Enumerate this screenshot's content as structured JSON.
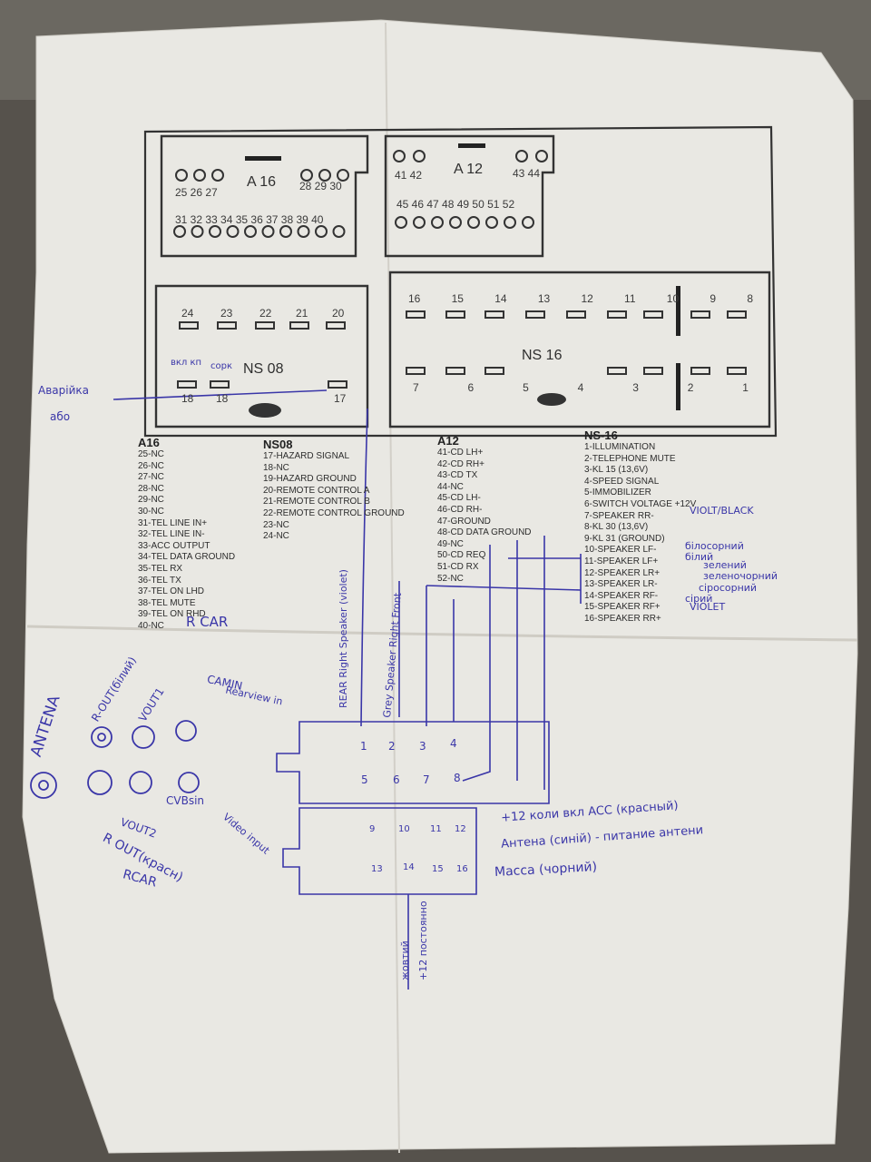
{
  "colors": {
    "paper": "#e9e8e3",
    "ink": "#2d2d2d",
    "pen": "#3a36a8",
    "background": "#56524c"
  },
  "connectors": {
    "a16": {
      "title": "A 16",
      "pins_top_left": "25 26 27",
      "pins_top_right": "28 29 30",
      "pins_row2": "31 32 33 34 35 36 37 38 39 40"
    },
    "a12": {
      "title": "A 12",
      "pins_top_left": "41 42",
      "pins_top_right": "43 44",
      "pins_row2": "45 46 47 48 49 50 51 52"
    },
    "ns08": {
      "title": "NS 08",
      "pins_top": [
        "24",
        "23",
        "22",
        "21",
        "20"
      ],
      "pins_bottom": [
        "18",
        "18",
        "17"
      ],
      "hand_labels": [
        "вкл кп",
        "сорк"
      ]
    },
    "ns16": {
      "title": "NS 16",
      "pins_top": [
        "16",
        "15",
        "14",
        "13",
        "12",
        "11",
        "10",
        "9",
        "8"
      ],
      "pins_bottom": [
        "7",
        "6",
        "5",
        "4",
        "3",
        "2",
        "1"
      ]
    }
  },
  "lists": {
    "a16": {
      "header": "A16",
      "items": [
        "25-NC",
        "26-NC",
        "27-NC",
        "28-NC",
        "29-NC",
        "30-NC",
        "31-TEL LINE IN+",
        "32-TEL LINE IN-",
        "33-ACC OUTPUT",
        "34-TEL DATA GROUND",
        "35-TEL RX",
        "36-TEL TX",
        "37-TEL ON LHD",
        "38-TEL MUTE",
        "39-TEL ON RHD",
        "40-NC"
      ]
    },
    "ns08": {
      "header": "NS08",
      "items": [
        "17-HAZARD SIGNAL",
        "18-NC",
        "19-HAZARD GROUND",
        "20-REMOTE CONTROL A",
        "21-REMOTE CONTROL B",
        "22-REMOTE CONTROL GROUND",
        "23-NC",
        "24-NC"
      ]
    },
    "a12": {
      "header": "A12",
      "items": [
        "41-CD LH+",
        "42-CD RH+",
        "43-CD TX",
        "44-NC",
        "45-CD LH-",
        "46-CD RH-",
        "47-GROUND",
        "48-CD DATA GROUND",
        "49-NC",
        "50-CD REQ",
        "51-CD RX",
        "52-NC"
      ]
    },
    "ns16": {
      "header": "NS-16",
      "items": [
        "1-ILLUMINATION",
        "2-TELEPHONE MUTE",
        "3-KL 15 (13,6V)",
        "4-SPEED SIGNAL",
        "5-IMMOBILIZER",
        "6-SWITCH VOLTAGE +12V",
        "7-SPEAKER RR-",
        "8-KL 30 (13,6V)",
        "9-KL 31 (GROUND)",
        "10-SPEAKER LF-",
        "11-SPEAKER LF+",
        "12-SPEAKER LR+",
        "13-SPEAKER LR-",
        "14-SPEAKER RF-",
        "15-SPEAKER RF+",
        "16-SPEAKER RR+"
      ],
      "annotations": [
        "VIOLT/BLACK",
        "білосорний",
        "білий",
        "зелений",
        "зеленочорний",
        "сіросорний",
        "сірий",
        "VIOLET"
      ]
    }
  },
  "handwriting": {
    "hazard": "Аварійка",
    "or": "або",
    "rcar_top": "R CAR",
    "rear_right": "REAR Right Speaker (violet)",
    "grey_right": "Grey Speaker Right Front",
    "antena": "ANTENA",
    "r_out_top": "R-OUT(білий)",
    "vout1": "VOUT1",
    "camin": "CAMIN",
    "rearview": "Rearview in",
    "cvbs": "CVBsin",
    "video_input": "Video input",
    "vout2": "VOUT2",
    "r_out_bottom": "R OUT(красн)",
    "rcar_bottom": "RCAR",
    "plus12": "+12 коли вкл ACC (красный)",
    "antenna_power": "Антена (синій) - питание антени",
    "ground": "Масса (чорний)",
    "constant": "+12 постоянно",
    "yellow": "жовтий",
    "block_pins_a": [
      "1",
      "2",
      "3",
      "4",
      "5",
      "6",
      "7",
      "8"
    ],
    "block_pins_b": [
      "9",
      "10",
      "11",
      "12",
      "13",
      "14",
      "15",
      "16"
    ]
  }
}
